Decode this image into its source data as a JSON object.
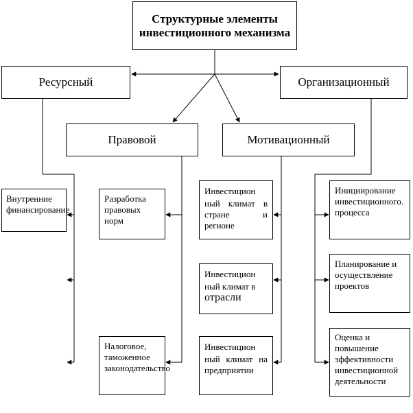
{
  "title": "Структурные элементы инвестиционного механизма",
  "categories": {
    "resource": "Ресурсный",
    "organizational": "Организационный",
    "legal": "Правовой",
    "motivational": "Мотивационный"
  },
  "resource_items": [
    "Внутренние финансирование"
  ],
  "legal_items": [
    "Разработка правовых норм",
    "Налоговое, таможенное законодательство"
  ],
  "motivational_items": [
    {
      "line1": "Инвестицион",
      "line2": "ный климат в стране и регионе"
    },
    {
      "line1": "Инвестицион",
      "line2": "ный климат в",
      "line3": "отрасли"
    },
    {
      "line1": "Инвестицион",
      "line2": "ный климат на предприятии"
    }
  ],
  "organizational_items": [
    "Инициирование инвестиционного. процесса",
    "Планирование и осуществление проектов",
    "Оценка и повышение эффективности инвестиционной деятельности"
  ]
}
